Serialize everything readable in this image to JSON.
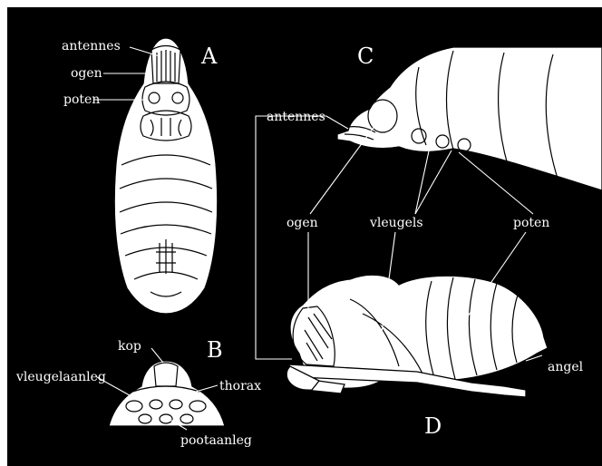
{
  "figure": {
    "background": "#000000",
    "ink": "#ffffff",
    "panels": [
      {
        "id": "A",
        "letter": "A",
        "labels": [
          "antennes",
          "ogen",
          "poten"
        ]
      },
      {
        "id": "B",
        "letter": "B",
        "labels": [
          "kop",
          "vleugelaanleg",
          "thorax",
          "pootaanleg"
        ]
      },
      {
        "id": "C",
        "letter": "C",
        "labels": [
          "antennes"
        ]
      },
      {
        "id": "D",
        "letter": "D",
        "labels": [
          "ogen",
          "vleugels",
          "poten",
          "angel"
        ]
      }
    ]
  }
}
